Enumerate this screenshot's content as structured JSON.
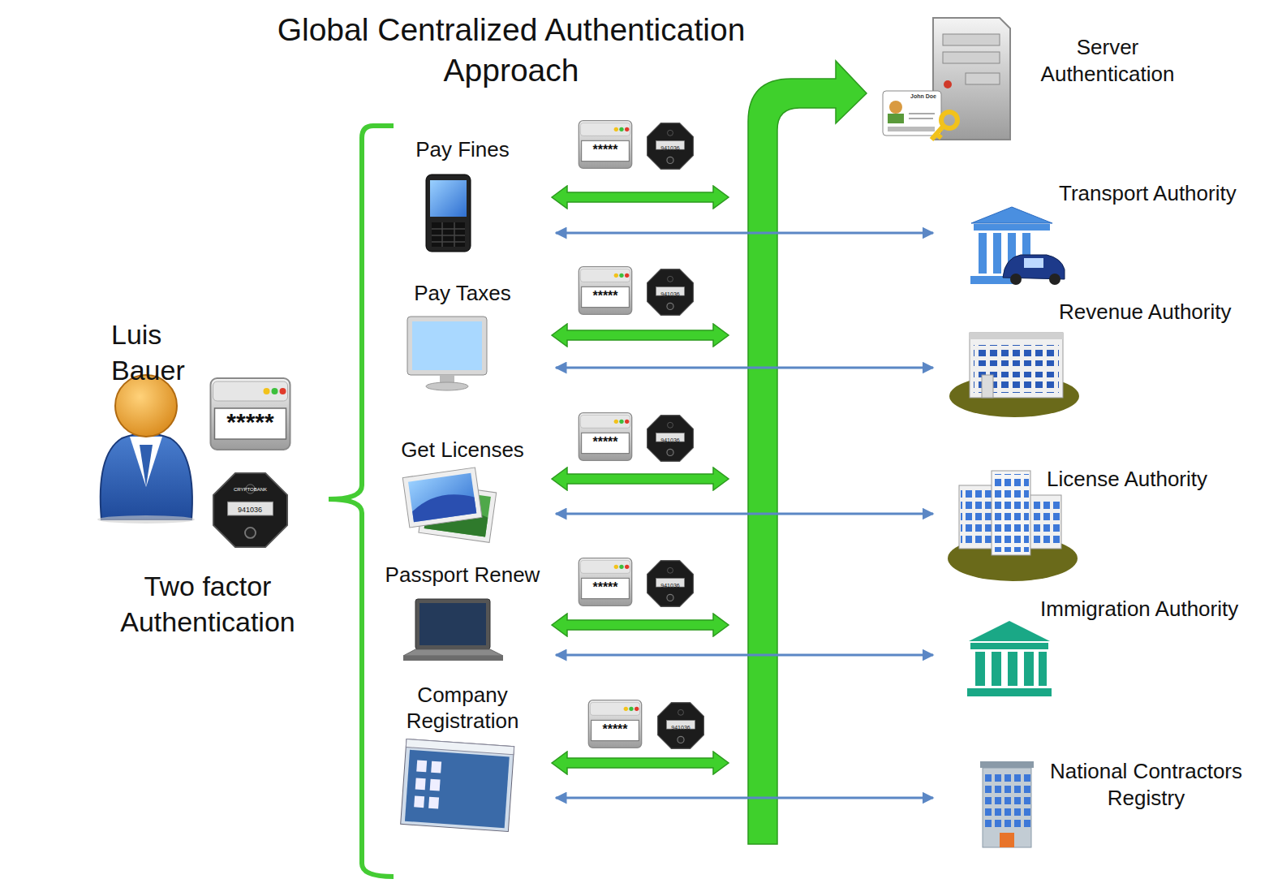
{
  "diagram": {
    "title": "Global Centralized Authentication Approach",
    "nodes": [
      {
        "text": [
          "Luis Bauer",
          "Two factor Authentication"
        ]
      },
      {
        "text": [
          "Server Authentication"
        ]
      },
      {
        "text": [
          "Pay Fines"
        ]
      },
      {
        "text": [
          "Transport Authority"
        ]
      },
      {
        "text": [
          "Pay Taxes"
        ]
      },
      {
        "text": [
          "Revenue Authority"
        ]
      },
      {
        "text": [
          "Get Licenses"
        ]
      },
      {
        "text": [
          "License Authority"
        ]
      },
      {
        "text": [
          "Passport Renew"
        ]
      },
      {
        "text": [
          "Immigration Authority"
        ]
      },
      {
        "text": [
          "Company Registration"
        ]
      },
      {
        "text": [
          "National Contractors Registry"
        ]
      }
    ],
    "edges": [
      {
        "from": 2,
        "to": 3,
        "arrow": "both"
      },
      {
        "from": 4,
        "to": 5,
        "arrow": "both"
      },
      {
        "from": 6,
        "to": 7,
        "arrow": "both"
      },
      {
        "from": 8,
        "to": 9,
        "arrow": "both"
      },
      {
        "from": 10,
        "to": 11,
        "arrow": "both"
      }
    ],
    "labels": [
      "*****",
      "CRYPTOBANK",
      "941036",
      "*****",
      "941036",
      "*****",
      "941036",
      "*****",
      "941036",
      "*****",
      "941036",
      "*****",
      "941036",
      "John Doe"
    ]
  }
}
